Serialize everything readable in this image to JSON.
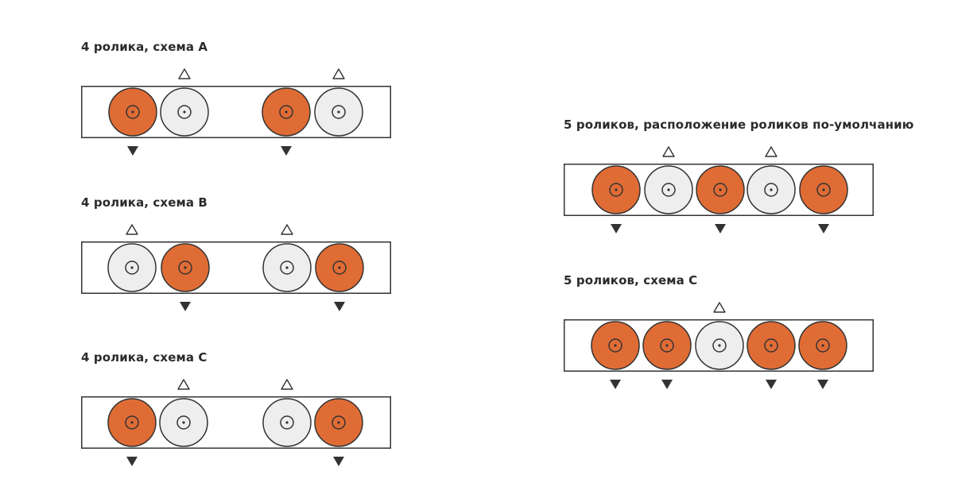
{
  "colors": {
    "driven": "#e06c35",
    "idle": "#eeeeee",
    "outline": "#333333",
    "frame_bg": "#ffffff"
  },
  "legend_icons": {
    "above": "open-triangle-up-icon",
    "below": "filled-triangle-down-icon"
  },
  "schemes": [
    {
      "id": "4a",
      "title": "4 ролика, схема A",
      "rollers": [
        {
          "type": "driven",
          "mark": "below"
        },
        {
          "type": "idle",
          "mark": "above"
        },
        {
          "type": "driven",
          "mark": "below"
        },
        {
          "type": "idle",
          "mark": "above"
        }
      ]
    },
    {
      "id": "4b",
      "title": "4 ролика, схема B",
      "rollers": [
        {
          "type": "idle",
          "mark": "above"
        },
        {
          "type": "driven",
          "mark": "below"
        },
        {
          "type": "idle",
          "mark": "above"
        },
        {
          "type": "driven",
          "mark": "below"
        }
      ]
    },
    {
      "id": "4c",
      "title": "4 ролика, схема C",
      "rollers": [
        {
          "type": "driven",
          "mark": "below"
        },
        {
          "type": "idle",
          "mark": "above"
        },
        {
          "type": "idle",
          "mark": "above"
        },
        {
          "type": "driven",
          "mark": "below"
        }
      ]
    },
    {
      "id": "5d",
      "title": "5 роликов, расположение роликов по-умолчанию",
      "rollers": [
        {
          "type": "driven",
          "mark": "below"
        },
        {
          "type": "idle",
          "mark": "above"
        },
        {
          "type": "driven",
          "mark": "below"
        },
        {
          "type": "idle",
          "mark": "above"
        },
        {
          "type": "driven",
          "mark": "below"
        }
      ]
    },
    {
      "id": "5c",
      "title": "5 роликов, схема C",
      "rollers": [
        {
          "type": "driven",
          "mark": "below"
        },
        {
          "type": "driven",
          "mark": "below"
        },
        {
          "type": "idle",
          "mark": "above"
        },
        {
          "type": "driven",
          "mark": "below"
        },
        {
          "type": "driven",
          "mark": "below"
        }
      ]
    }
  ]
}
